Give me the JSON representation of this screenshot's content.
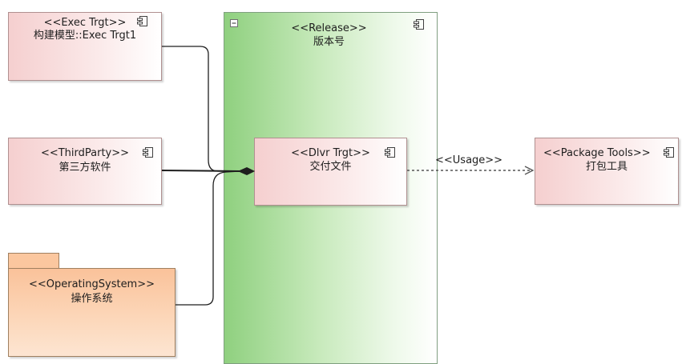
{
  "diagram": {
    "release": {
      "stereotype": "<<Release>>",
      "name": "版本号",
      "collapse_glyph": "⊟"
    },
    "exec_target": {
      "stereotype": "<<Exec Trgt>>",
      "name": "构建模型::Exec Trgt1"
    },
    "third_party": {
      "stereotype": "<<ThirdParty>>",
      "name": "第三方软件"
    },
    "operating_system": {
      "stereotype": "<<OperatingSystem>>",
      "name": "操作系统"
    },
    "deliver_target": {
      "stereotype": "<<Dlvr Trgt>>",
      "name": "交付文件"
    },
    "package_tools": {
      "stereotype": "<<Package Tools>>",
      "name": "打包工具"
    },
    "usage_connector": {
      "label": "<<Usage>>"
    }
  },
  "colors": {
    "component_fill": "#f5cfcf",
    "release_fill": "#8fd07f",
    "os_fill": "#fac29a",
    "line": "#1e1e1e",
    "dashed_line": "#555555"
  },
  "icons": [
    "component-icon",
    "collapse-icon",
    "aggregation-diamond",
    "open-arrowhead"
  ]
}
